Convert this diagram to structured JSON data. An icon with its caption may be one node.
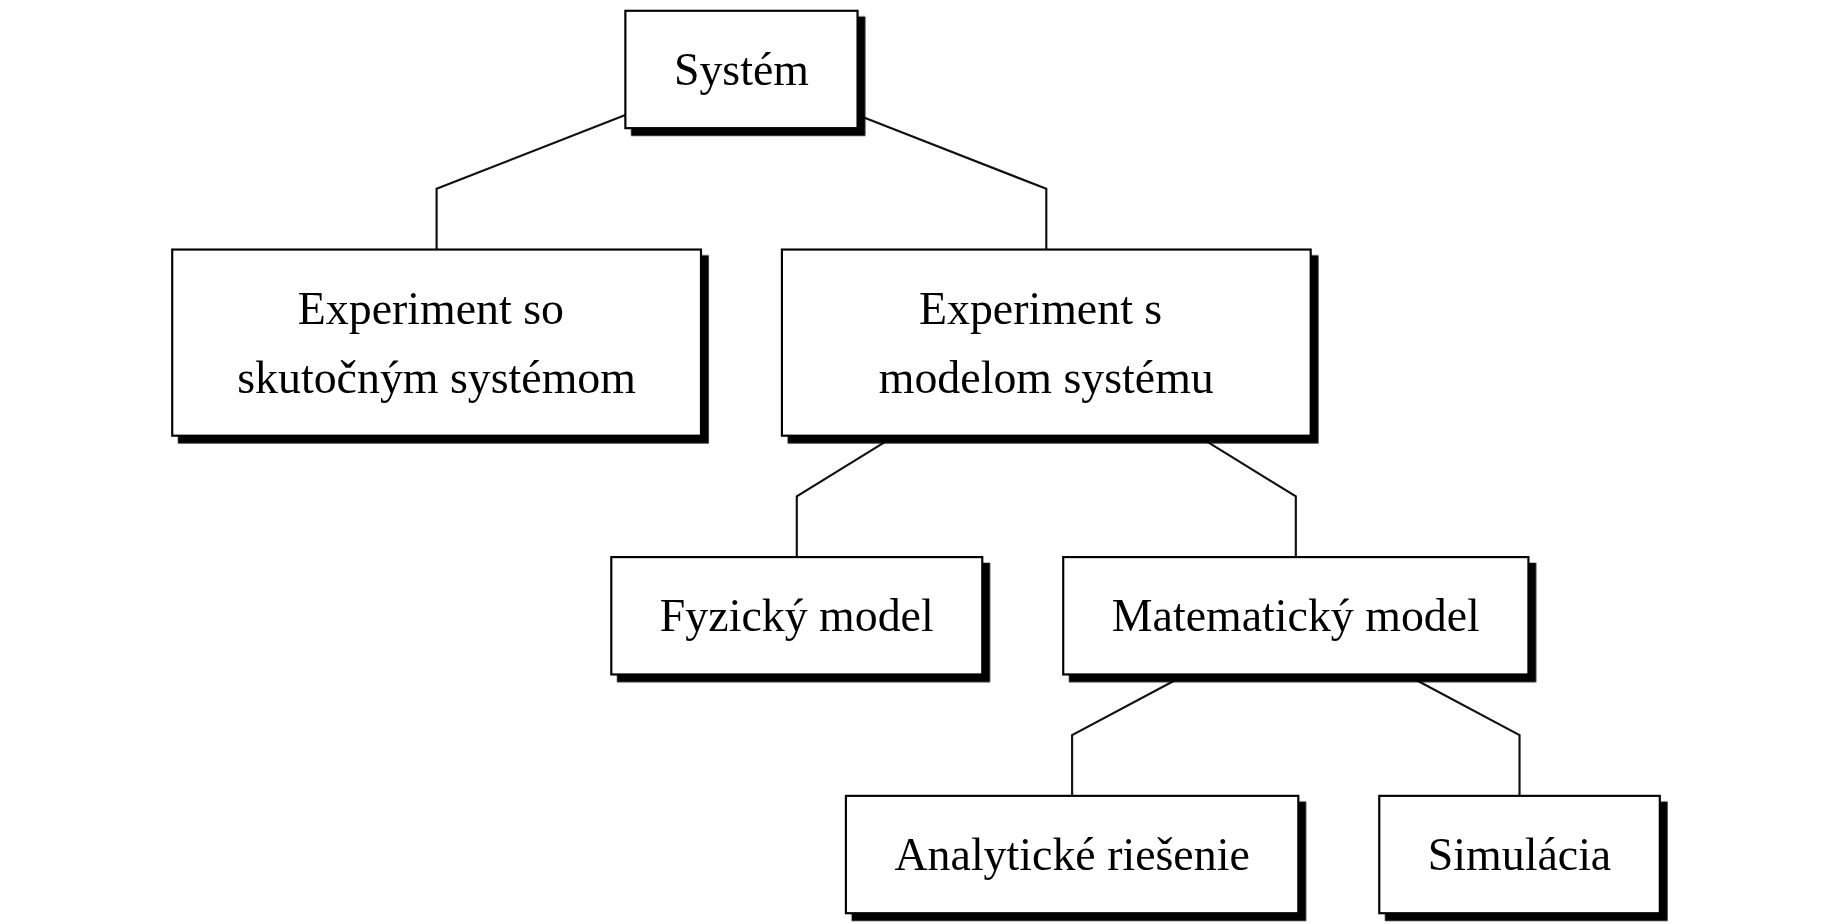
{
  "diagram": {
    "nodes": [
      {
        "text": [
          "Systém"
        ]
      },
      {
        "text": [
          "Experiment so skutočným systémom"
        ]
      },
      {
        "text": [
          "Experiment s modelom systému"
        ]
      },
      {
        "text": [
          "Fyzický model"
        ]
      },
      {
        "text": [
          "Matematický model"
        ]
      },
      {
        "text": [
          "Analytické riešenie"
        ]
      },
      {
        "text": [
          "Simulácia"
        ]
      }
    ],
    "edges": [
      {
        "from": 0,
        "to": 1,
        "arrow": "none"
      },
      {
        "from": 0,
        "to": 2,
        "arrow": "none"
      },
      {
        "from": 2,
        "to": 3,
        "arrow": "none"
      },
      {
        "from": 2,
        "to": 4,
        "arrow": "none"
      },
      {
        "from": 4,
        "to": 5,
        "arrow": "none"
      },
      {
        "from": 4,
        "to": 6,
        "arrow": "none"
      }
    ]
  }
}
